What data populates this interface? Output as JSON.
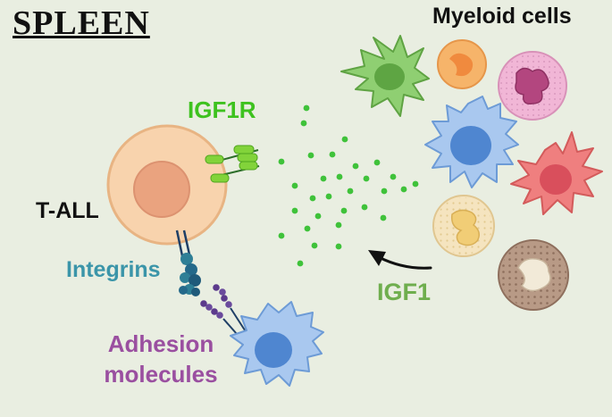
{
  "title": "SPLEEN",
  "labels": {
    "myeloid_cells": "Myeloid cells",
    "igf1r": "IGF1R",
    "t_all": "T-ALL",
    "integrins": "Integrins",
    "igf1": "IGF1",
    "adhesion_line1": "Adhesion",
    "adhesion_line2": "molecules"
  },
  "colors": {
    "background": "#e9eee1",
    "t_all_cell": "#f8d3ad",
    "igf1r": "#82d33a",
    "igf1_dots": "#3fc23a",
    "integrins": "#2e7f96",
    "adhesion": "#5c3a8c",
    "dendritic_cell_green": "#8fcf72",
    "dendritic_cell_blue": "#a9c8ef",
    "dendritic_cell_red": "#ef7f7f",
    "neutrophil_pink": "#f1b6d6",
    "monocyte_orange": "#f6b46a",
    "eosinophil_cream": "#f5e4bf",
    "basophil_brown": "#b89a86"
  }
}
